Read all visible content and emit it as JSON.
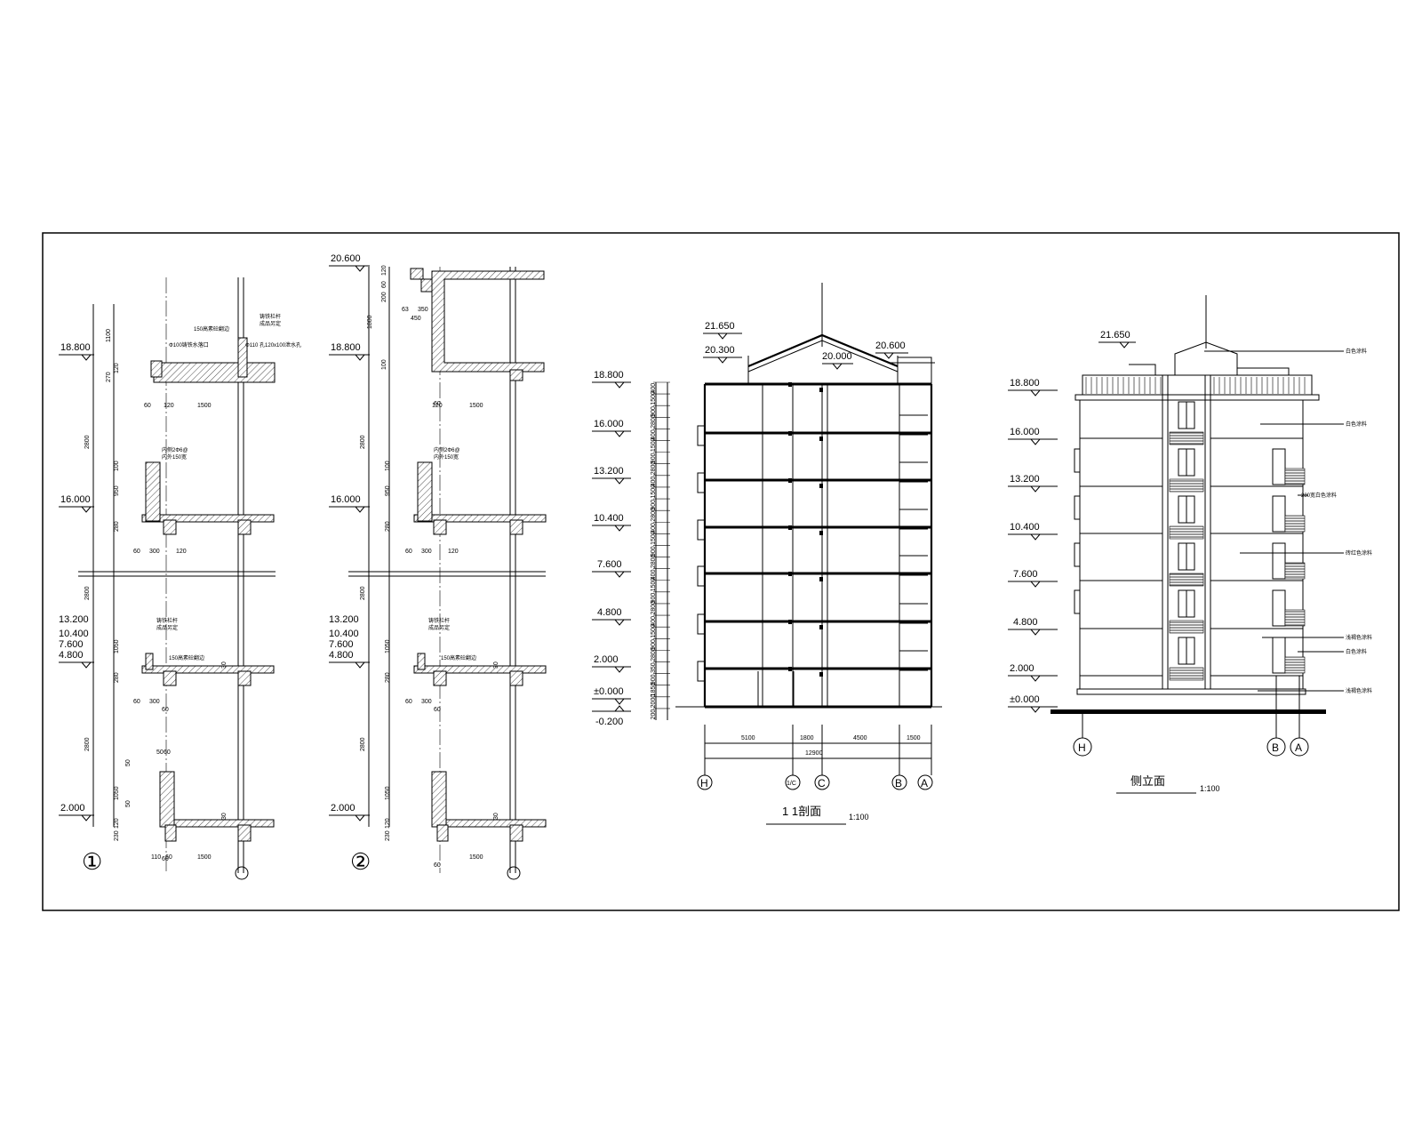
{
  "detail1": {
    "marker": "①",
    "levels": [
      "18.800",
      "16.000",
      "13.200",
      "10.400",
      "7.600",
      "4.800",
      "2.000"
    ],
    "dims": [
      "1100",
      "270",
      "120",
      "60",
      "120",
      "1500",
      "2800",
      "100",
      "950",
      "280",
      "60",
      "300",
      "120",
      "2800",
      "1050",
      "280",
      "60",
      "300",
      "60",
      "2800",
      "50",
      "1050",
      "50",
      "120",
      "230",
      "110",
      "60",
      "1500",
      "30",
      "30",
      "60",
      "50",
      "60"
    ],
    "notes": [
      "150高素砼翻边",
      "铸铁栏杆",
      "成品另定",
      "Φ100铸铁水落口",
      "Φ110 孔120x100泄水孔",
      "内侧2Φ6@",
      "内外150宽",
      "铸铁栏杆",
      "成品另定",
      "150高素砼翻边"
    ]
  },
  "detail2": {
    "marker": "②",
    "levels": [
      "20.600",
      "18.800",
      "16.000",
      "13.200",
      "10.400",
      "7.600",
      "4.800",
      "2.000"
    ],
    "dims": [
      "120",
      "60",
      "200",
      "1800",
      "100",
      "63",
      "350",
      "450",
      "120",
      "1500",
      "2800",
      "100",
      "950",
      "280",
      "60",
      "300",
      "120",
      "2800",
      "1050",
      "280",
      "60",
      "300",
      "60",
      "2800",
      "1050",
      "120",
      "230",
      "30",
      "30",
      "60",
      "1500",
      "60"
    ],
    "notes": [
      "内侧2Φ6@",
      "内外150宽",
      "铸铁栏杆",
      "成品另定",
      "150高素砼翻边"
    ]
  },
  "section": {
    "title": "1  1剖面",
    "scale": "1:100",
    "levels": [
      "21.650",
      "20.300",
      "20.000",
      "20.600",
      "18.800",
      "16.000",
      "13.200",
      "10.400",
      "7.600",
      "4.800",
      "2.000",
      "±0.000",
      "-0.200"
    ],
    "vert_dims": [
      "400",
      "1500",
      "900",
      "2800",
      "400",
      "1500",
      "900",
      "2800",
      "400",
      "1500",
      "900",
      "2800",
      "400",
      "1500",
      "900",
      "2800",
      "400",
      "1500",
      "900",
      "2800",
      "400",
      "1500",
      "900",
      "2800",
      "350",
      "900",
      "1850",
      "2000",
      "200"
    ],
    "horiz_dims": [
      "5100",
      "1800",
      "4500",
      "1500"
    ],
    "total_dim": "12900",
    "axes": [
      "H",
      "1/C",
      "C",
      "B",
      "A"
    ]
  },
  "elevation": {
    "title": "侧立面",
    "scale": "1:100",
    "levels": [
      "21.650",
      "18.800",
      "16.000",
      "13.200",
      "10.400",
      "7.600",
      "4.800",
      "2.000",
      "±0.000"
    ],
    "notes": [
      "白色涂料",
      "白色涂料",
      "280宽白色涂料",
      "砖红色涂料",
      "浅褐色涂料",
      "白色涂料",
      "浅褐色涂料"
    ],
    "axes": [
      "H",
      "B",
      "A"
    ]
  }
}
